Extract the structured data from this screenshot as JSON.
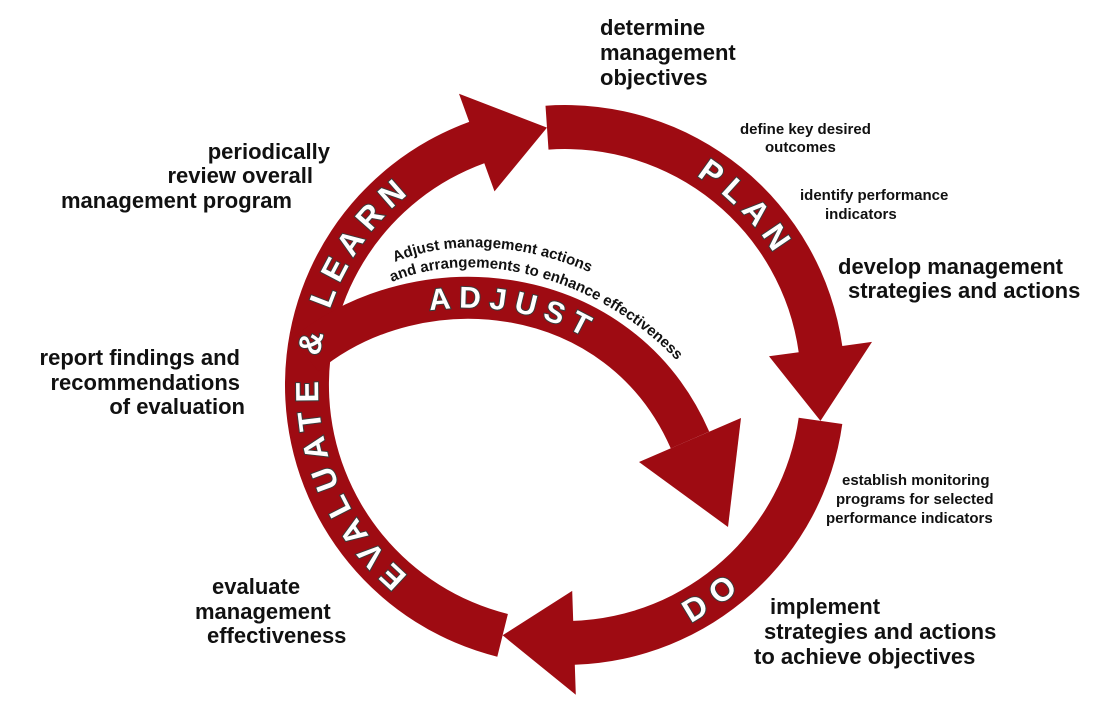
{
  "colors": {
    "arrow": "#9e0b12",
    "text": "#111111",
    "band_text": "#ffffff"
  },
  "cycle": {
    "plan": "PLAN",
    "do": "DO",
    "evaluate": "EVALUATE & LEARN",
    "adjust": "ADJUST"
  },
  "adjust_caption": {
    "line1": "Adjust management actions",
    "line2": "and arrangements to enhance effectiveness"
  },
  "labels": {
    "determine": [
      "determine",
      "management",
      "objectives"
    ],
    "define": [
      "define key desired",
      "outcomes"
    ],
    "identify": [
      "identify performance",
      "indicators"
    ],
    "develop": [
      "develop management",
      "strategies and actions"
    ],
    "establish": [
      "establish monitoring",
      "programs for selected",
      "performance indicators"
    ],
    "implement": [
      "implement",
      "strategies and actions",
      "to achieve objectives"
    ],
    "evaluate": [
      "evaluate",
      "management",
      "effectiveness"
    ],
    "report": [
      "report findings and",
      "recommendations",
      "of evaluation"
    ],
    "review": [
      "periodically",
      "review overall",
      "management program"
    ]
  }
}
